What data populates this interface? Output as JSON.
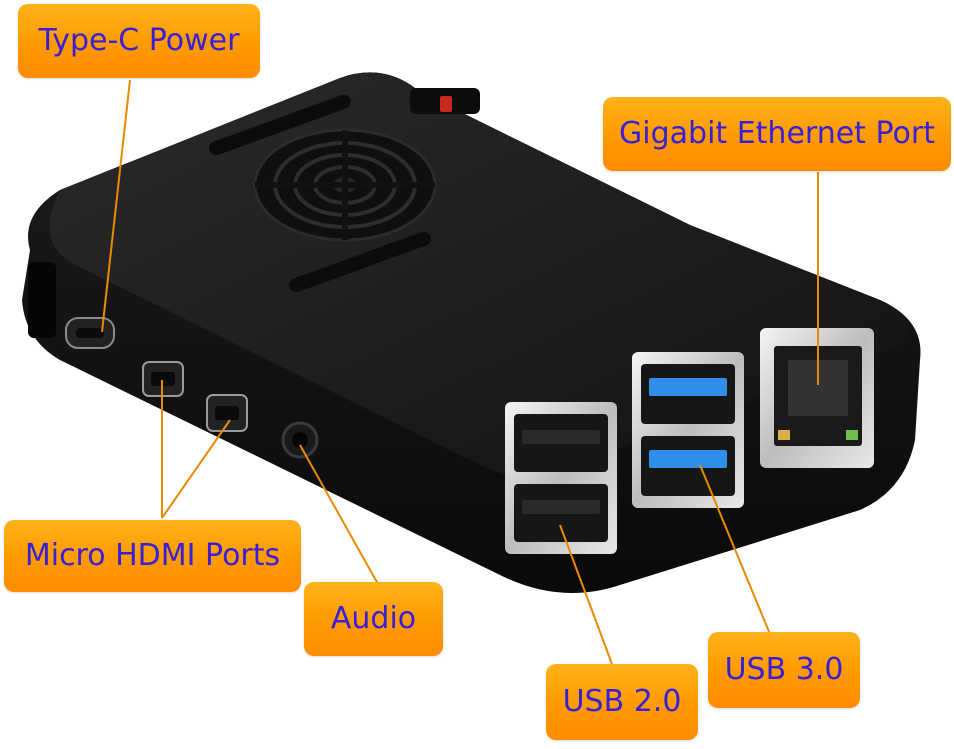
{
  "colors": {
    "label_fill": "#ff9a00",
    "label_text": "#3a1fd6",
    "leader_line": "#e98a00",
    "case_body": "#161616",
    "usb3_blue": "#2f8ee8"
  },
  "labels": {
    "type_c": "Type-C Power",
    "ethernet": "Gigabit Ethernet Port",
    "micro_hdmi": "Micro HDMI Ports",
    "audio": "Audio",
    "usb3": "USB 3.0",
    "usb2": "USB 2.0"
  }
}
